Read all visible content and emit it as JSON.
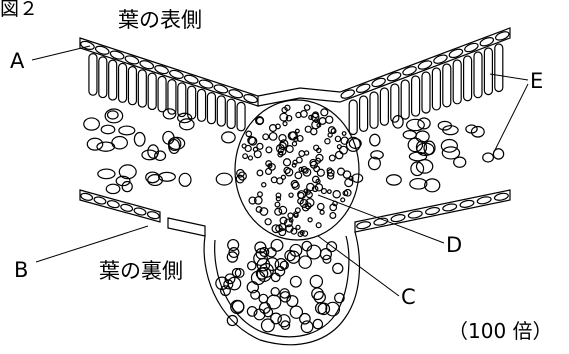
{
  "figure": {
    "number": "図２",
    "upper_side": "葉の表側",
    "lower_side": "葉の裏側",
    "magnification": "（100 倍）"
  },
  "labels": {
    "a": "A",
    "b": "B",
    "c": "C",
    "d": "D",
    "e": "E"
  },
  "colors": {
    "line": "#000000",
    "background": "#ffffff"
  }
}
